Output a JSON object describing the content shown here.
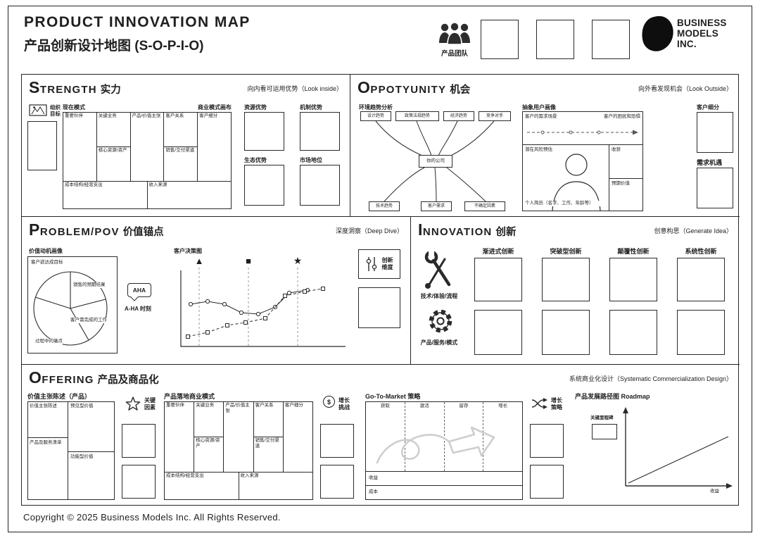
{
  "colors": {
    "ink": "#1f1f1f",
    "sketch_gray": "#cecece"
  },
  "header": {
    "title": "PRODUCT INNOVATION MAP",
    "subtitle": "产品创新设计地图 (S-O-P-I-O)",
    "team_label": "产品团队",
    "logo_lines": [
      "BUSINESS",
      "MODELS",
      "INC."
    ]
  },
  "bmc": {
    "partners": "重要伙伴",
    "activities": "关键业务",
    "resources": "核心资源/资产",
    "value_prop": "产品/价值主张",
    "relations": "客户关系",
    "channels": "销售/交付渠道",
    "segments": "客户细分",
    "costs": "成本结构/经营支出",
    "revenue": "收入来源"
  },
  "strength": {
    "initial": "S",
    "title": "TRENGTH",
    "title_cn": "实力",
    "hint": "向内看可运用优势（Look inside）",
    "org_goal": "组织目标",
    "current_model": "现在模式",
    "canvas_caption": "商业模式画布",
    "advantages": [
      "资源优势",
      "机制优势",
      "生态优势",
      "市场地位"
    ]
  },
  "opportunity": {
    "initial": "O",
    "title": "PPOTYUNITY",
    "title_cn": "机会",
    "hint": "向外看发现机会（Look Outside）",
    "trend_title": "环境趋势分析",
    "trend_top": [
      "设计趋势",
      "政策法规趋势",
      "经济趋势",
      "竞争对手"
    ],
    "trend_bottom": [
      "技术趋势",
      "客户需求",
      "不确定因素"
    ],
    "trend_center": "你的公司",
    "persona_title": "抽象用户画像",
    "persona": {
      "scene": "客户的需求场景",
      "fear": "客户的困扰和恐惧",
      "risk": "潜在风险预估",
      "gain": "收获",
      "bio": "个人简历（名字、工作、年龄等）",
      "expected": "预期价值"
    },
    "segment_label": "客户细分",
    "demand_label": "需求机遇"
  },
  "problem": {
    "initial": "P",
    "title": "ROBLEM/POV",
    "title_cn": "价值锚点",
    "hint": "深度洞察（Deep Dive）",
    "motivation_title": "价值动机画像",
    "pie_labels": [
      "客户欲达成目标",
      "销售的预期结果",
      "客户需完成的工作",
      "过程中的痛点"
    ],
    "aha": "AHA",
    "aha_label": "A-HA 时刻",
    "decision_title": "客户决策图",
    "decision_markers": [
      "▲",
      "■",
      "★"
    ],
    "dimension_label": "创新维度"
  },
  "innovation": {
    "initial": "I",
    "title": "NNOVATION",
    "title_cn": "创新",
    "hint": "创意构思（Generate Idea）",
    "tech_label": "技术/体验/流程",
    "product_label": "产品/服务/模式",
    "columns": [
      "渐进式创新",
      "突破型创新",
      "颠覆性创新",
      "系统性创新"
    ]
  },
  "offering": {
    "initial": "O",
    "title": "FFERING",
    "title_cn": "产品及商品化",
    "hint": "系统商业化设计（Systematic Commercialization Design）",
    "value_prop_title": "价值主张陈述（产品）",
    "value_prop_cells": {
      "statement": "价值主张陈述",
      "foreseen": "预见型价值",
      "list": "产品及服务清单",
      "functional": "功能型价值"
    },
    "key_factor": "关键因素",
    "landing_title": "产品落地商业模式",
    "dollar": "$",
    "growth_challenge": "增长挑战",
    "gtm_title": "Go-To-Market 策略",
    "gtm_columns": [
      "获取",
      "激活",
      "留存",
      "增长"
    ],
    "gtm_rows": [
      "收益",
      "成本"
    ],
    "growth_strategy": "增长策略",
    "roadmap_title": "产品发展路径图 Roadmap",
    "roadmap_milestone": "关键里程碑",
    "roadmap_revenue": "收益"
  },
  "footer": {
    "copyright": "Copyright © 2025 Business Models Inc. All Rights Reserved."
  }
}
